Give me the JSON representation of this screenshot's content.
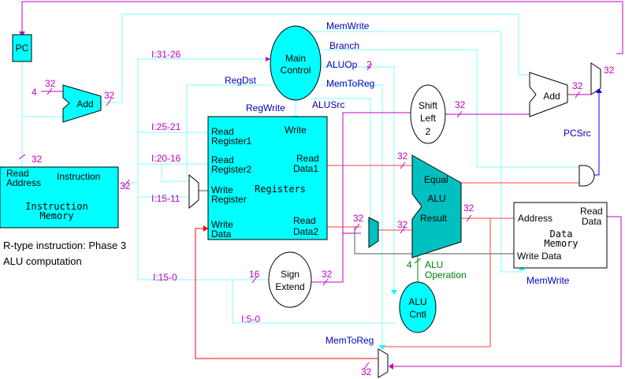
{
  "components": {
    "pc": "PC",
    "add1": "Add",
    "add2": "Add",
    "main_control": [
      "Main",
      "Control"
    ],
    "shift_left": [
      "Shift",
      "Left",
      "2"
    ],
    "sign_extend": [
      "Sign",
      "Extend"
    ],
    "alu_cntl": [
      "ALU",
      "Cntl"
    ],
    "alu": {
      "equal": "Equal",
      "alu": "ALU",
      "result": "Result"
    },
    "instruction_memory": {
      "read_address": [
        "Read",
        "Address"
      ],
      "instruction": "Instruction",
      "title": [
        "Instruction",
        "Memory"
      ]
    },
    "registers": {
      "read_reg1": [
        "Read",
        "Register1"
      ],
      "read_reg2": [
        "Read",
        "Register2"
      ],
      "write_reg": [
        "Write",
        "Register"
      ],
      "write_data": [
        "Write",
        "Data"
      ],
      "write": "Write",
      "read_data1": [
        "Read",
        "Data1"
      ],
      "read_data2": [
        "Read",
        "Data2"
      ],
      "title": "Registers"
    },
    "data_memory": {
      "address": "Address",
      "read_data": [
        "Read",
        "Data"
      ],
      "title": [
        "Data",
        "Memory"
      ],
      "write_data": "Write Data"
    }
  },
  "signals": {
    "mem_write_top": "MemWrite",
    "branch": "Branch",
    "aluop": "ALUOp",
    "aluop_width": "2",
    "mem_to_reg_top": "MemToReg",
    "reg_dst": "RegDst",
    "reg_write": "RegWrite",
    "alu_src": "ALUSrc",
    "pc_src": "PCSrc",
    "mem_write_bottom": "MemWrite",
    "mem_to_reg_bottom": "MemToReg",
    "alu_operation": [
      "ALU",
      "Operation"
    ],
    "alu_operation_width": "4"
  },
  "fields": {
    "i31_26": "I:31-26",
    "i25_21": "I:25-21",
    "i20_16": "I:20-16",
    "i15_11": "I:15-11",
    "i15_0": "I:15-0",
    "i5_0": "I:5-0"
  },
  "widths": {
    "w4": "4",
    "w32": "32",
    "w16": "16"
  },
  "caption": [
    "R-type instruction: Phase 3",
    "ALU computation"
  ],
  "colors": {
    "cyan": "#00ffff",
    "teal": "#00c0c0",
    "magenta": "#c000c0",
    "red": "#ff0000",
    "blue": "#0000ff",
    "green": "#008000",
    "gray": "#555555"
  }
}
